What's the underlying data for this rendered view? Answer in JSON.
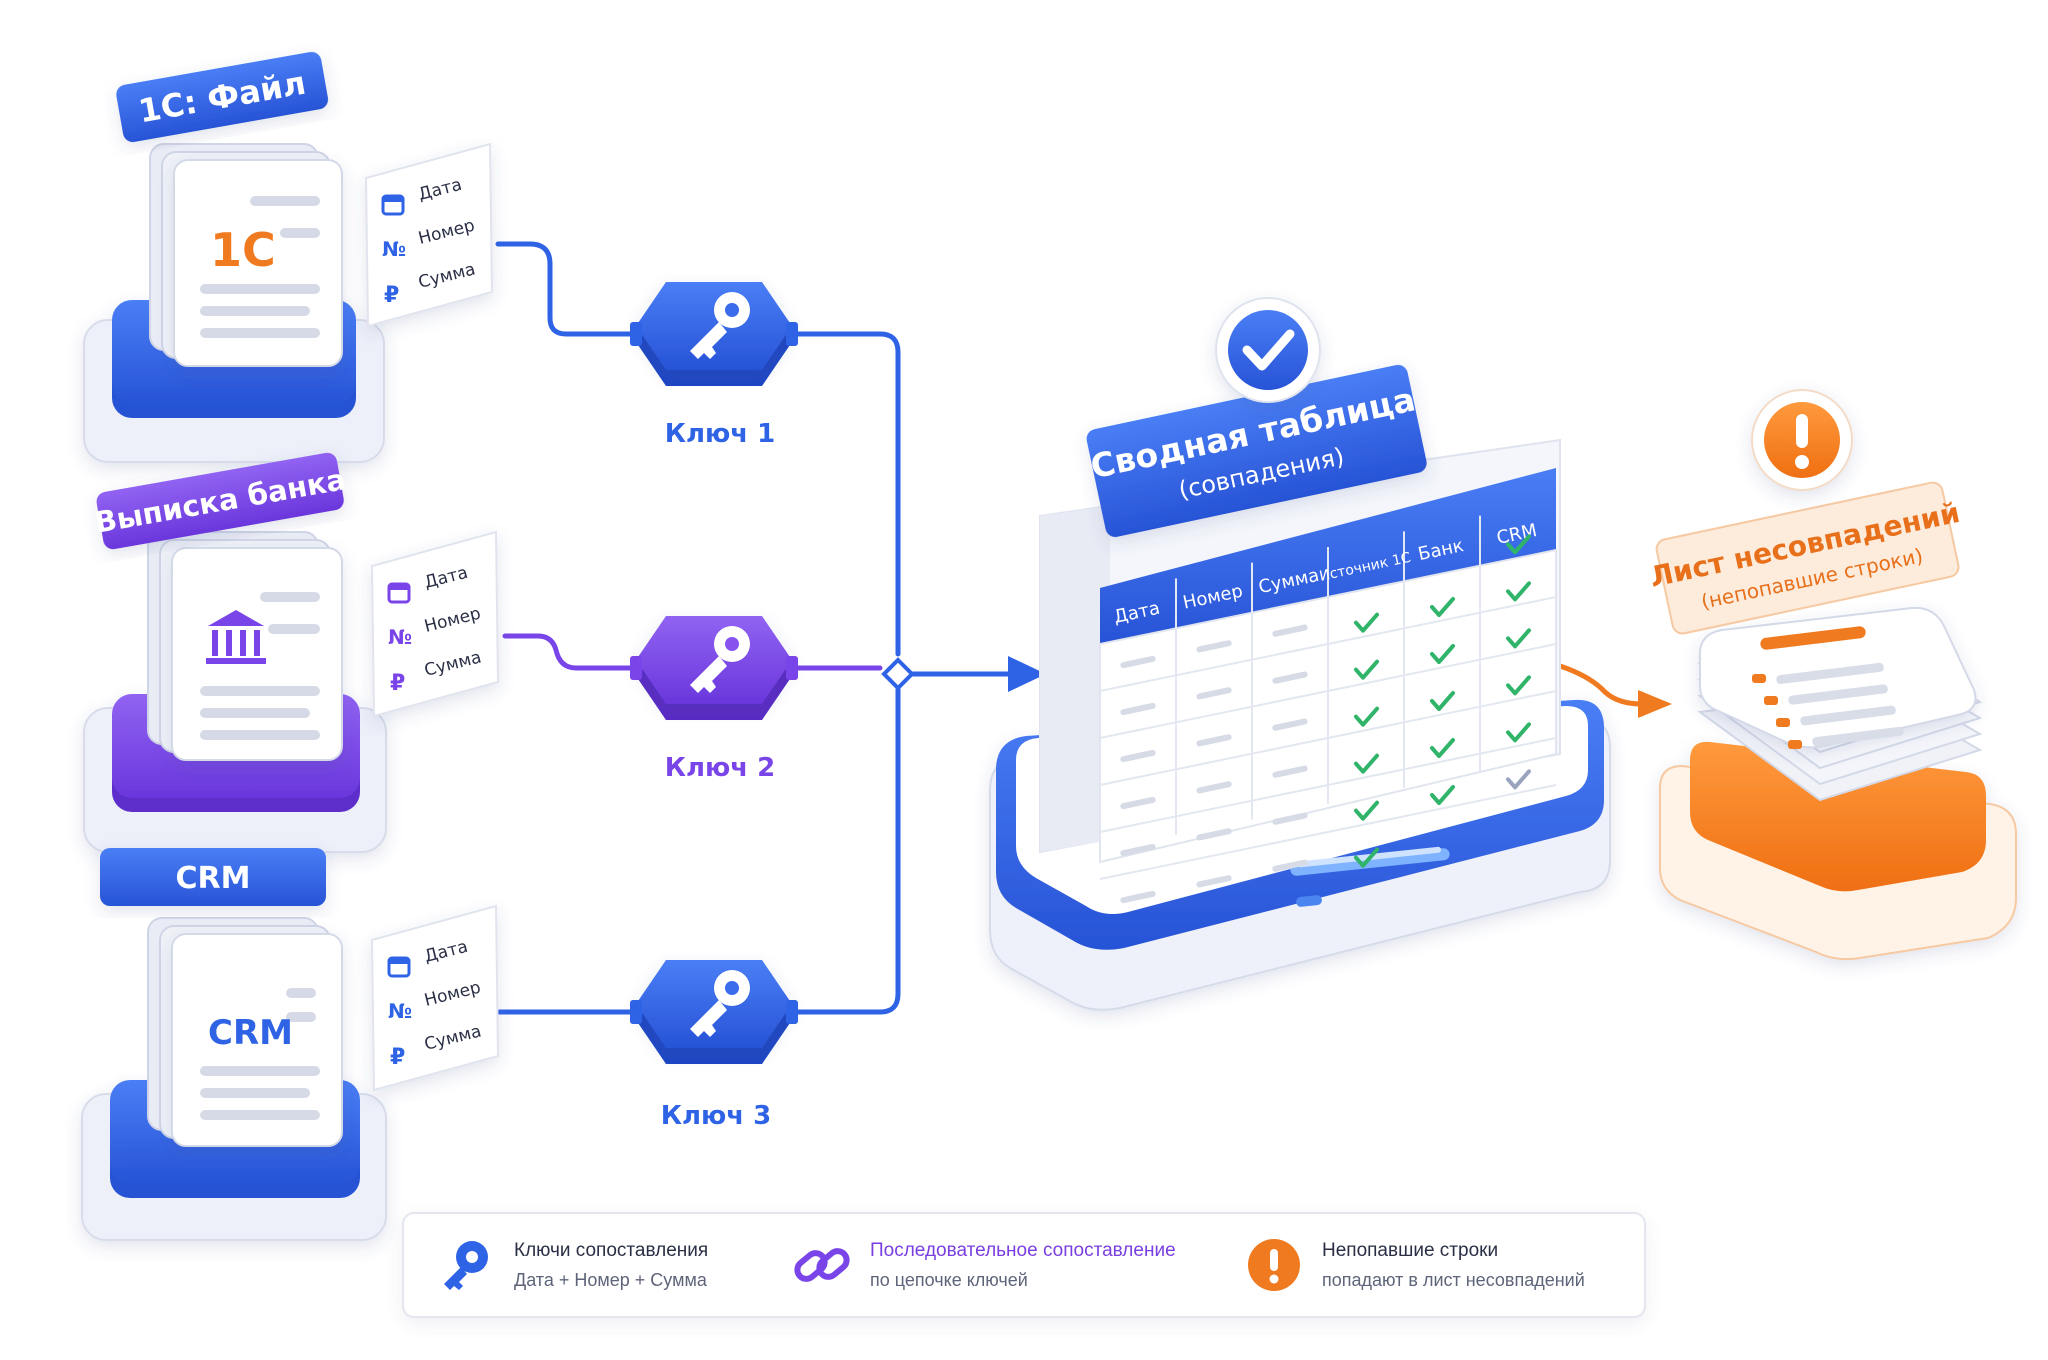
{
  "sources": [
    {
      "label": "1С: Файл",
      "logo": "1С",
      "color": "#2f63e6",
      "icon": "1c-logo-icon",
      "fields": [
        "Дата",
        "Номер",
        "Сумма"
      ]
    },
    {
      "label": "Выписка банка",
      "color": "#7a45e8",
      "icon": "bank-icon",
      "fields": [
        "Дата",
        "Номер",
        "Сумма"
      ]
    },
    {
      "label": "CRM",
      "logo": "CRM",
      "color": "#2f63e6",
      "icon": "crm-logo-icon",
      "fields": [
        "Дата",
        "Номер",
        "Сумма"
      ]
    }
  ],
  "field_icons": [
    "calendar-icon",
    "number-sign-icon",
    "ruble-icon"
  ],
  "field_symbols": [
    "№",
    "₽"
  ],
  "keys": [
    {
      "label": "Ключ 1",
      "color": "#2f63e6"
    },
    {
      "label": "Ключ 2",
      "color": "#7a45e8"
    },
    {
      "label": "Ключ 3",
      "color": "#2f63e6"
    }
  ],
  "summary": {
    "title": "Сводная таблица",
    "subtitle": "(совпадения)",
    "columns": [
      "Дата",
      "Номер",
      "Сумма",
      "Источник 1С",
      "Банк",
      "CRM"
    ],
    "status_icon": "check-circle-icon",
    "match_rows": [
      [
        false,
        false,
        true
      ],
      [
        true,
        true,
        true
      ],
      [
        true,
        true,
        true
      ],
      [
        true,
        true,
        true
      ],
      [
        true,
        true,
        true
      ],
      [
        true,
        true,
        "grey"
      ],
      [
        true,
        false,
        false
      ]
    ]
  },
  "mismatch": {
    "title": "Лист несовпадений",
    "subtitle": "(непопавшие строки)",
    "status_icon": "exclamation-circle-icon"
  },
  "legend": [
    {
      "icon": "key-icon",
      "title": "Ключи сопоставления",
      "subtitle": "Дата + Номер + Сумма",
      "color": "#2f63e6"
    },
    {
      "icon": "chain-link-icon",
      "title": "Последовательное сопоставление",
      "subtitle": "по цепочке ключей",
      "color": "#7a45e8"
    },
    {
      "icon": "warning-icon",
      "title": "Непопавшие строки",
      "subtitle": "попадают в лист несовпадений",
      "color": "#f07a1f"
    }
  ],
  "colors": {
    "blue": "#2f63e6",
    "purple": "#7a45e8",
    "orange": "#f07a1f",
    "green": "#2fb46a"
  }
}
